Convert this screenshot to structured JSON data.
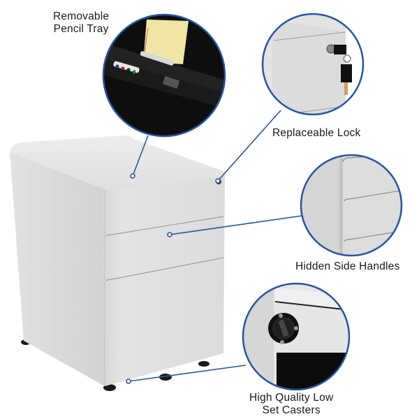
{
  "image": {
    "subject": "white mobile pedestal file cabinet with three drawers",
    "background": "#ffffff"
  },
  "colors": {
    "accent_line": "#2a54a0",
    "cabinet_body": "#dcdcdc",
    "cabinet_shadow": "#c8c8c8",
    "tray_dark": "#141414",
    "notepad": "#efe6a6"
  },
  "callouts": [
    {
      "id": "pencil-tray",
      "label_line1": "Removable",
      "label_line2": "Pencil Tray"
    },
    {
      "id": "lock",
      "label_line1": "Replaceable Lock"
    },
    {
      "id": "side-handles",
      "label_line1": "Hidden Side Handles"
    },
    {
      "id": "casters",
      "label_line1": "High Quality Low",
      "label_line2": "Set Casters"
    }
  ]
}
